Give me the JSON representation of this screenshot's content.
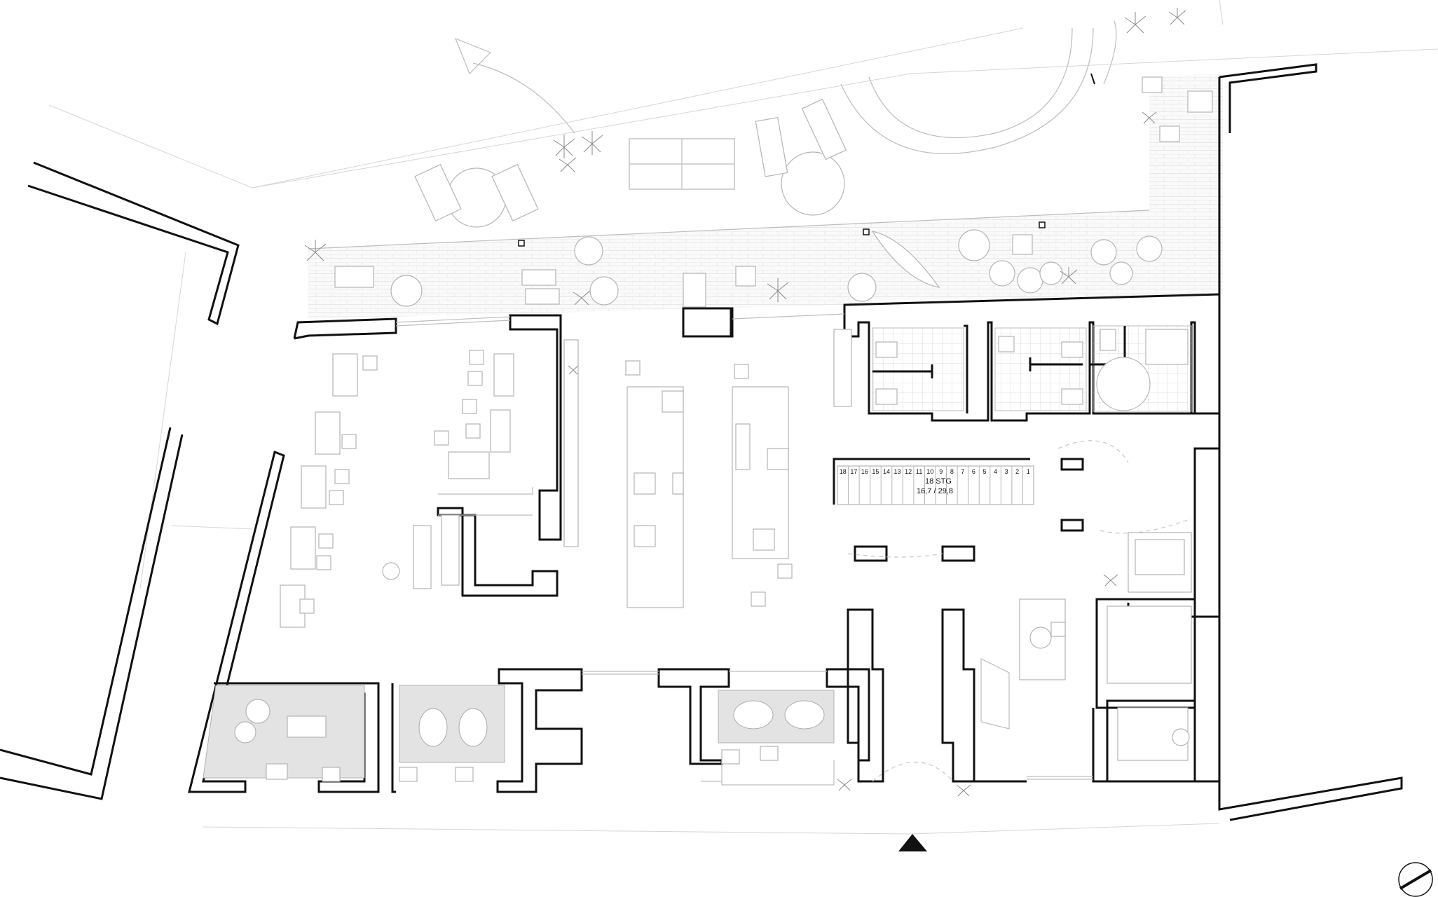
{
  "stair": {
    "label": "18 STG",
    "ratio": "16,7 / 29,8",
    "step_numbers": [
      "18",
      "17",
      "16",
      "15",
      "14",
      "13",
      "12",
      "11",
      "10",
      "9",
      "8",
      "7",
      "6",
      "5",
      "4",
      "3",
      "2",
      "1"
    ]
  },
  "colors": {
    "wall": "#111111",
    "furniture_line": "#b5b5b5",
    "carpet": "#e3e3e3"
  },
  "icons": {
    "entrance": "entrance-triangle-icon",
    "north": "north-arrow-icon"
  }
}
